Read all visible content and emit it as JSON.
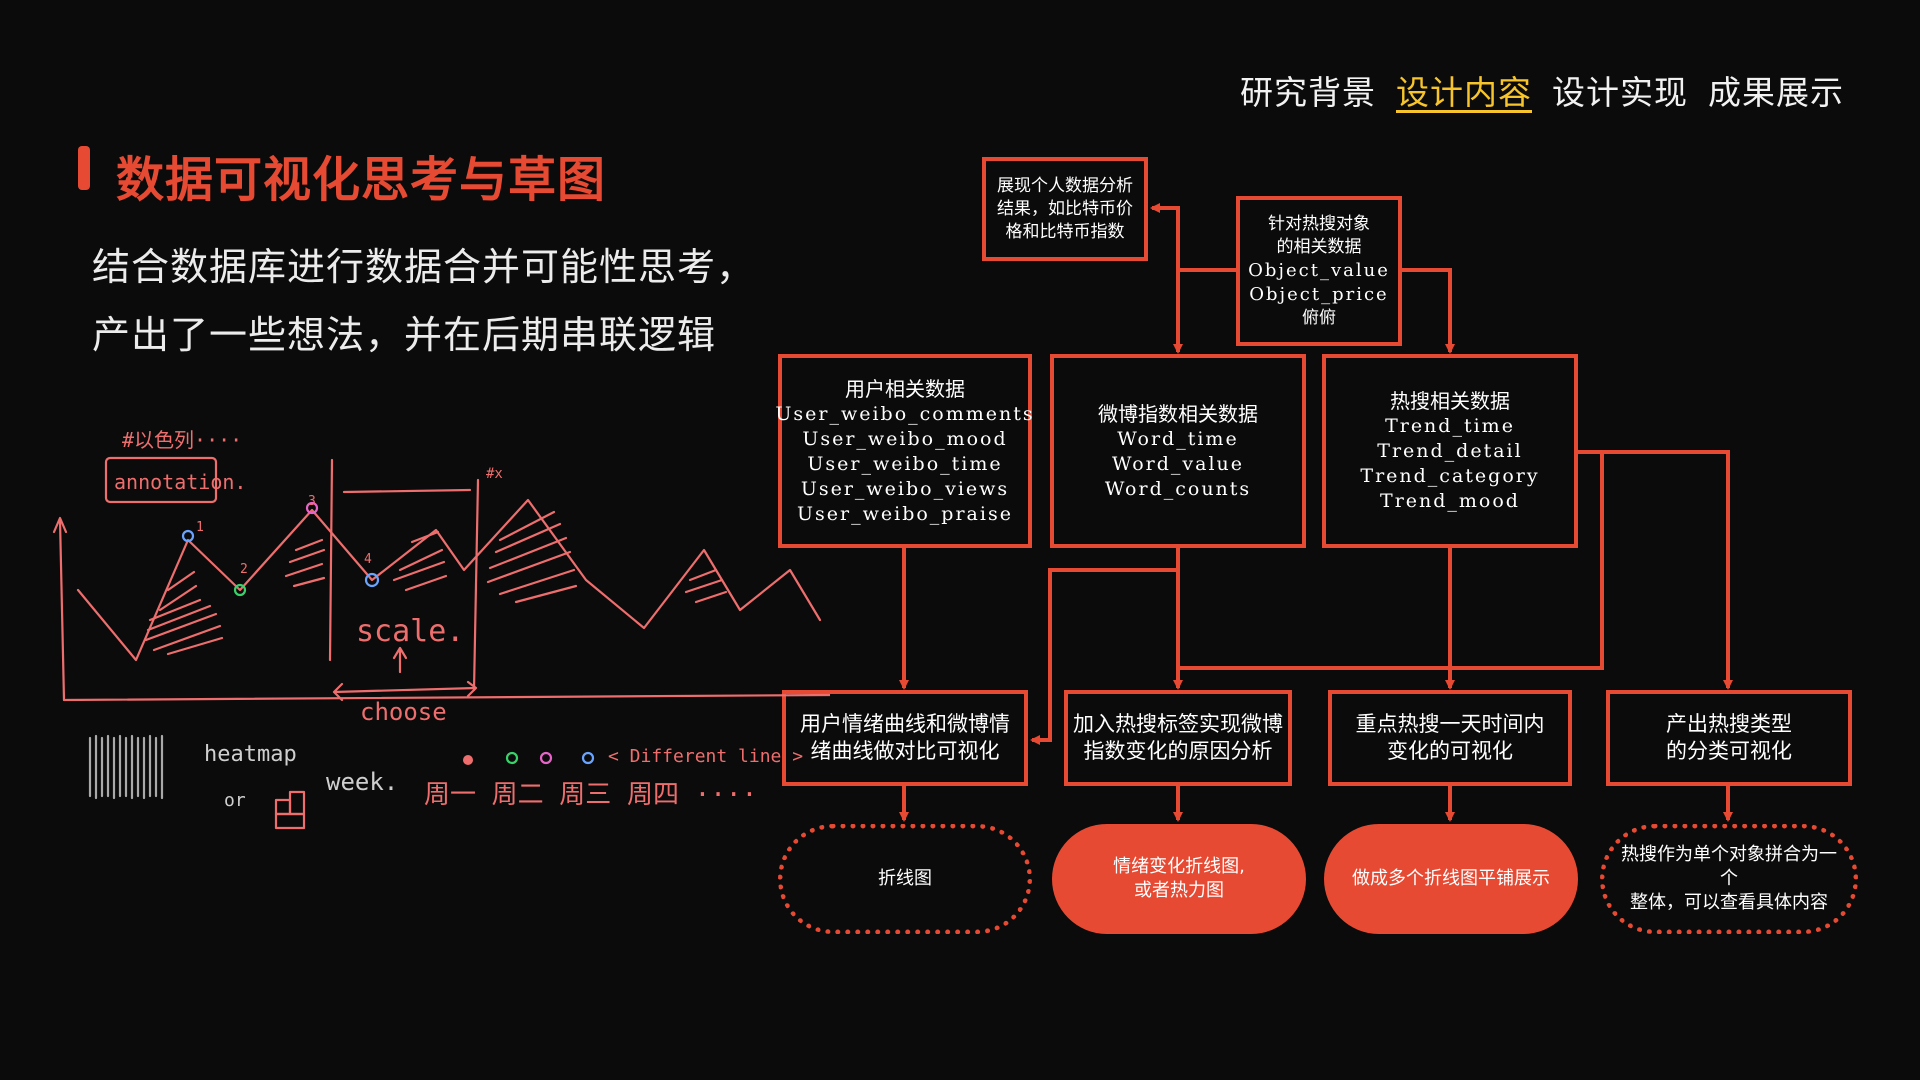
{
  "nav": {
    "items": [
      {
        "label": "研究背景",
        "active": false
      },
      {
        "label": "设计内容",
        "active": true
      },
      {
        "label": "设计实现",
        "active": false
      },
      {
        "label": "成果展示",
        "active": false
      }
    ]
  },
  "title": "数据可视化思考与草图",
  "subtitle": {
    "line1": "结合数据库进行数据合并可能性思考，",
    "line2": "产出了一些想法，并在后期串联逻辑"
  },
  "diagram": {
    "personal": {
      "lines": [
        "展现个人数据分析",
        "结果，如比特币价",
        "格和比特币指数"
      ]
    },
    "trend_object": {
      "title": "针对热搜对象",
      "title2": "的相关数据",
      "fields": [
        "Object_value",
        "Object_price"
      ],
      "extra": "俯俯"
    },
    "user_data": {
      "title": "用户相关数据",
      "fields": [
        "User_weibo_comments",
        "User_weibo_mood",
        "User_weibo_time",
        "User_weibo_views",
        "User_weibo_praise"
      ]
    },
    "weibo_index": {
      "title": "微博指数相关数据",
      "fields": [
        "Word_time",
        "Word_value",
        "Word_counts"
      ]
    },
    "trend_data": {
      "title": "热搜相关数据",
      "fields": [
        "Trend_time",
        "Trend_detail",
        "Trend_category",
        "Trend_mood"
      ]
    },
    "outputs": [
      {
        "lines": [
          "用户情绪曲线和微博情",
          "绪曲线做对比可视化"
        ]
      },
      {
        "lines": [
          "加入热搜标签实现微博",
          "指数变化的原因分析"
        ]
      },
      {
        "lines": [
          "重点热搜一天时间内",
          "变化的可视化"
        ]
      },
      {
        "lines": [
          "产出热搜类型",
          "的分类可视化"
        ]
      }
    ],
    "charts": [
      {
        "lines": [
          "折线图"
        ],
        "style": "dotted"
      },
      {
        "lines": [
          "情绪变化折线图,",
          "或者热力图"
        ],
        "style": "filled"
      },
      {
        "lines": [
          "做成多个折线图平铺展示"
        ],
        "style": "filled"
      },
      {
        "lines": [
          "热搜作为单个对象拼合为一个",
          "整体，可以查看具体内容"
        ],
        "style": "dotted"
      }
    ]
  },
  "sketch": {
    "hash_note": "#以色列····",
    "annotation": "annotation.",
    "scale": "scale.",
    "choose": "choose",
    "heatmap": "heatmap",
    "or": "or",
    "week": "week.",
    "weekdays": "周一 周二 周三 周四 ····",
    "different_line": "< Different line >",
    "marks": [
      "1",
      "2",
      "3",
      "4",
      "#x"
    ]
  },
  "colors": {
    "accent": "#e64a33",
    "nav_active": "#f7c52b",
    "background": "#0b0b0b",
    "sketch": "#ee6e6e"
  }
}
